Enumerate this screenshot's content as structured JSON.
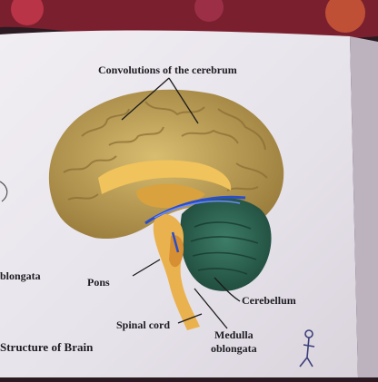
{
  "labels": {
    "convolutions": "Convolutions of the cerebrum",
    "pons": "Pons",
    "cerebellum": "Cerebellum",
    "spinal_cord": "Spinal cord",
    "medulla_line1": "Medulla",
    "medulla_line2": "oblongata",
    "oblongata_left": "blongata",
    "structure_title": "Structure of Brain"
  },
  "colors": {
    "paper": "#eae6ee",
    "cerebrum": "#c6a95c",
    "cerebellum": "#2f6b57",
    "brainstem": "#e6a64a",
    "background_fabric": "#7a1f2e"
  }
}
